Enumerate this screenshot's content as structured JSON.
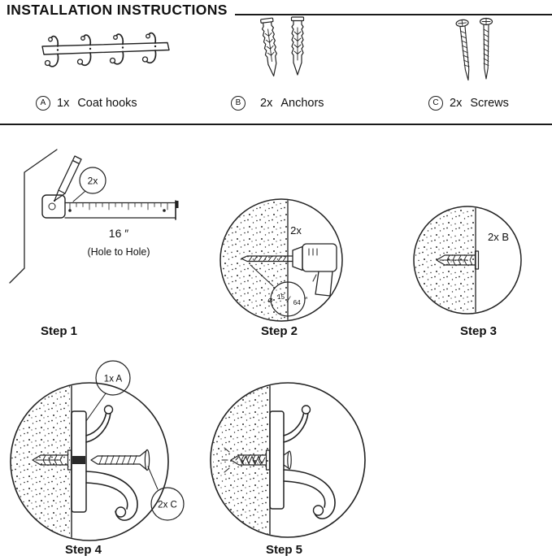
{
  "title": "INSTALLATION INSTRUCTIONS",
  "parts": [
    {
      "letter": "A",
      "qty": "1x",
      "name": "Coat hooks"
    },
    {
      "letter": "B",
      "qty": "2x",
      "name": "Anchors"
    },
    {
      "letter": "C",
      "qty": "2x",
      "name": "Screws"
    }
  ],
  "steps": {
    "step1": {
      "caption": "Step 1",
      "callout_qty": "2x",
      "dimension": "16 ″",
      "dimension_note": "(Hole to Hole)"
    },
    "step2": {
      "caption": "Step 2",
      "qty": "2x",
      "dia": {
        "symbol": "⌀",
        "numerator": "15",
        "slash": "⁄",
        "denominator": "64",
        "unit": "″"
      }
    },
    "step3": {
      "caption": "Step 3",
      "label": "2x B"
    },
    "step4": {
      "caption": "Step 4",
      "callout_a": "1x A",
      "callout_c": "2x C"
    },
    "step5": {
      "caption": "Step 5"
    }
  },
  "colors": {
    "line": "#222222",
    "background": "#ffffff"
  }
}
